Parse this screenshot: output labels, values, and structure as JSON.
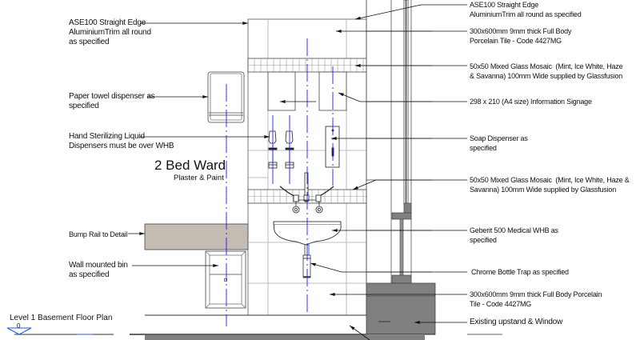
{
  "drawing": {
    "room": {
      "name": "2 Bed Ward",
      "finish": "Plaster & Paint"
    },
    "level": {
      "name": "Level 1 Basement Floor Plan",
      "elevation": "0"
    },
    "colors": {
      "line": "#333333",
      "centerline": "#1a1aff",
      "bump_rail": "#c4bcb3",
      "existing": "#808080",
      "level_marker": "#1f5fd6"
    },
    "left_notes": [
      {
        "id": "ase100-left",
        "text": "ASE100 Straight Edge\nAluminiumTrim all round\nas specified"
      },
      {
        "id": "paper-towel",
        "text": "Paper towel dispenser as\nspecified"
      },
      {
        "id": "hand-sterilizing",
        "text": "Hand Sterilizing Liquid\nDispensers must be over WHB"
      },
      {
        "id": "bump-rail",
        "text": "Bump Rail to Detail"
      },
      {
        "id": "wall-bin",
        "text": "Wall mounted bin\nas specified"
      }
    ],
    "right_notes": [
      {
        "id": "ase100-right",
        "text": "ASE100 Straight Edge\nAluminiumTrim all round as specified"
      },
      {
        "id": "tile-upper",
        "text": "300x600mm 9mm thick Full Body\nPorcelain Tile - Code 4427MG"
      },
      {
        "id": "mosaic-upper",
        "text": "50x50 Mixed Glass Mosaic  (Mint, Ice White, Haze\n& Savanna) 100mm Wide supplied by Glassfusion"
      },
      {
        "id": "signage",
        "text": "298 x 210 (A4 size) Information Signage"
      },
      {
        "id": "soap-dispenser",
        "text": "Soap Dispenser as\nspecified"
      },
      {
        "id": "mosaic-lower",
        "text": "50x50 Mixed Glass Mosaic  (Mint, Ice White, Haze &\nSavanna) 100mm Wide supplied by Glassfusion"
      },
      {
        "id": "whb",
        "text": "Geberit 500 Medical WHB as\nspecified"
      },
      {
        "id": "bottle-trap",
        "text": "Chrome Bottle Trap as specified"
      },
      {
        "id": "tile-lower",
        "text": "300x600mm 9mm thick Full Body Porcelain\nTile - Code 4427MG"
      },
      {
        "id": "upstand",
        "text": "Existing upstand & Window"
      }
    ]
  }
}
